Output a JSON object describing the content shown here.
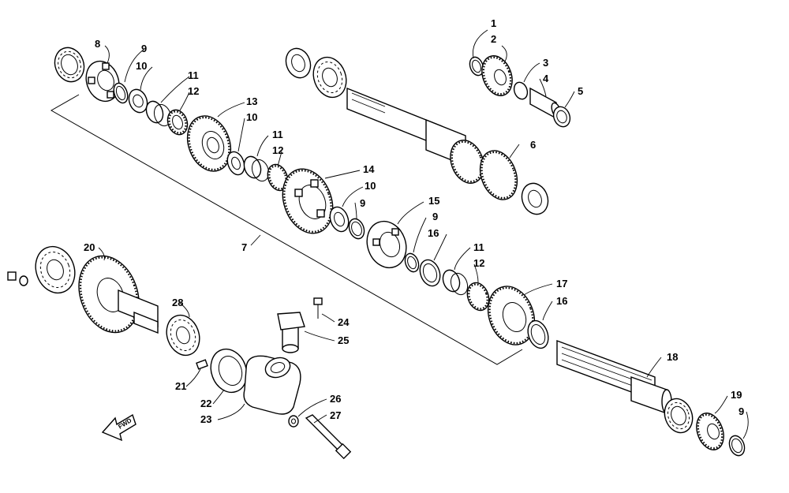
{
  "diagram": {
    "callouts": {
      "c1": "1",
      "c2": "2",
      "c3": "3",
      "c4": "4",
      "c5": "5",
      "c6": "6",
      "c7": "7",
      "c8": "8",
      "c9a": "9",
      "c9b": "9",
      "c9c": "9",
      "c9d": "9",
      "c10a": "10",
      "c10b": "10",
      "c10c": "10",
      "c11a": "11",
      "c11b": "11",
      "c11c": "11",
      "c12a": "12",
      "c12b": "12",
      "c12c": "12",
      "c13": "13",
      "c14": "14",
      "c15": "15",
      "c16a": "16",
      "c16b": "16",
      "c17": "17",
      "c18": "18",
      "c19": "19",
      "c20": "20",
      "c21": "21",
      "c22": "22",
      "c23": "23",
      "c24": "24",
      "c25": "25",
      "c26": "26",
      "c27": "27",
      "c28": "28"
    },
    "fwd_label": "FWD"
  }
}
